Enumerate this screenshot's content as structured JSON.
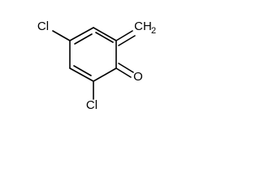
{
  "molecule": {
    "atoms": {
      "cl_upper": "Cl",
      "cl_lower": "Cl",
      "oxygen": "O",
      "methylene_c": "CH",
      "methylene_sub": "2"
    }
  }
}
